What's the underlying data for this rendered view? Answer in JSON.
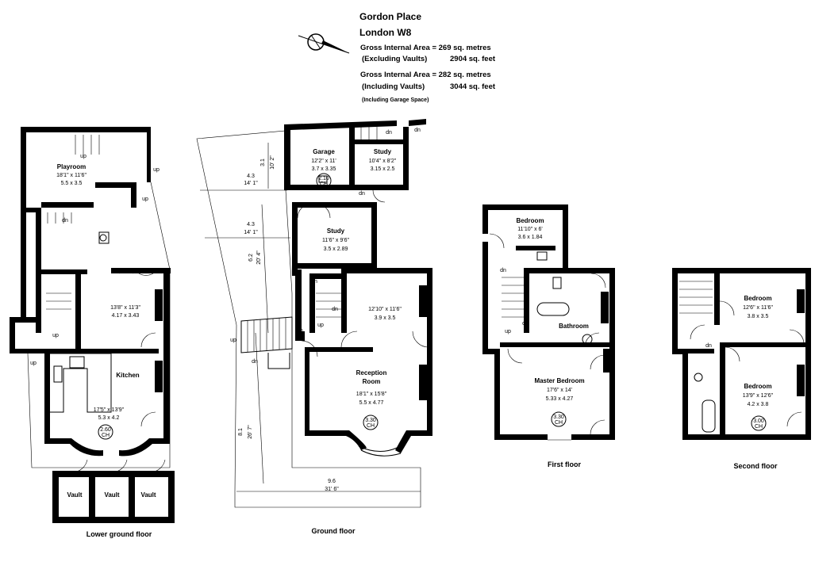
{
  "header": {
    "address_line1": "Gordon Place",
    "address_line2": "London W8",
    "gia_excl_label": "Gross Internal Area = 269 sq. metres",
    "gia_excl_note": "(Excluding Vaults)",
    "gia_excl_sqft": "2904 sq. feet",
    "gia_incl_label": "Gross Internal Area = 282 sq. metres",
    "gia_incl_note": "(Including Vaults)",
    "gia_incl_sqft": "3044 sq. feet",
    "garage_note": "(Including Garage Space)"
  },
  "floors": {
    "lower": {
      "caption": "Lower ground floor",
      "playroom": {
        "name": "Playroom",
        "imperial": "18'1\" x 11'6\"",
        "metric": "5.5 x 3.5"
      },
      "reception": {
        "imperial": "13'8\" x 11'3\"",
        "metric": "4.17 x 3.43"
      },
      "kitchen": {
        "name": "Kitchen",
        "imperial": "17'5\" x 13'9\"",
        "metric": "5.3 x 4.2",
        "height": "2.60",
        "height_unit": "CH"
      },
      "vaults": [
        "Vault",
        "Vault",
        "Vault"
      ],
      "stairs": [
        "up",
        "up",
        "up",
        "dn",
        "up",
        "up"
      ]
    },
    "ground": {
      "caption": "Ground floor",
      "garage": {
        "name": "Garage",
        "imperial": "12'2\" x 11'",
        "metric": "3.7 x 3.35",
        "height": "2.10",
        "height_unit": "CH"
      },
      "study_upper": {
        "name": "Study",
        "imperial": "10'4\" x 8'2\"",
        "metric": "3.15 x 2.5"
      },
      "study": {
        "name": "Study",
        "imperial": "11'6\" x 9'6\"",
        "metric": "3.5 x 2.89"
      },
      "living": {
        "imperial": "12'10\" x 11'6\"",
        "metric": "3.9 x 3.5"
      },
      "reception": {
        "name_line1": "Reception",
        "name_line2": "Room",
        "imperial": "18'1\" x 15'8\"",
        "metric": "5.5 x 4.77",
        "height": "3.30",
        "height_unit": "CH"
      },
      "garden_dims": [
        {
          "metric": "4.3",
          "imperial": "14' 1\""
        },
        {
          "metric": "4.3",
          "imperial": "14' 1\""
        },
        {
          "metric": "3.1",
          "imperial": "10' 2\""
        },
        {
          "metric": "6.2",
          "imperial": "20' 4\""
        },
        {
          "metric": "8.1",
          "imperial": "26' 7\""
        },
        {
          "metric": "9.6",
          "imperial": "31' 6\""
        }
      ],
      "stairs": [
        "dn",
        "dn",
        "dn",
        "dn",
        "dn",
        "up",
        "in",
        "up",
        "dn"
      ]
    },
    "first": {
      "caption": "First floor",
      "bedroom": {
        "name": "Bedroom",
        "imperial": "11'10\" x 6'",
        "metric": "3.6 x 1.84"
      },
      "bathroom": {
        "name": "Bathroom"
      },
      "master": {
        "name": "Master Bedroom",
        "imperial": "17'6\" x 14'",
        "metric": "5.33 x 4.27",
        "height": "3.30",
        "height_unit": "CH"
      },
      "stairs": [
        "dn",
        "up",
        "dn"
      ]
    },
    "second": {
      "caption": "Second floor",
      "bedroom1": {
        "name": "Bedroom",
        "imperial": "12'6\" x 11'6\"",
        "metric": "3.8 x 3.5"
      },
      "bedroom2": {
        "name": "Bedroom",
        "imperial": "13'9\" x 12'6\"",
        "metric": "4.2 x 3.8",
        "height": "3.00",
        "height_unit": "CH"
      },
      "stairs": [
        "dn"
      ]
    }
  },
  "icons": [
    "compass-icon"
  ]
}
